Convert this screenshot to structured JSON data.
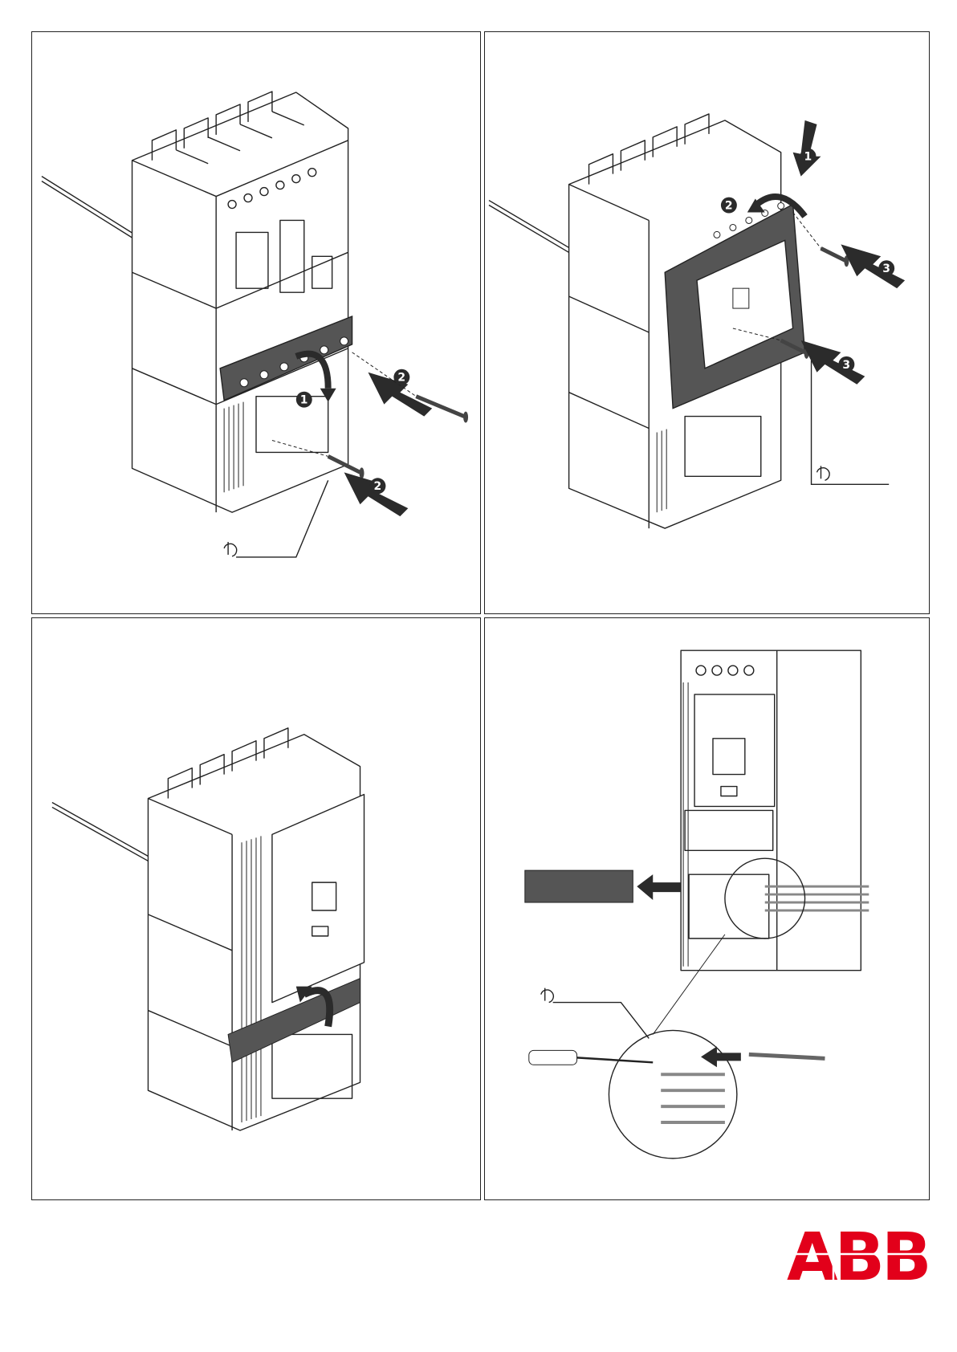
{
  "panels": [
    {
      "id": "step-a",
      "steps": [
        "1",
        "2",
        "2"
      ]
    },
    {
      "id": "step-b",
      "steps": [
        "1",
        "2",
        "3",
        "3"
      ]
    },
    {
      "id": "step-c",
      "steps": []
    },
    {
      "id": "step-d",
      "steps": []
    }
  ],
  "logo": {
    "text": "ABB",
    "color": "#E2001A"
  },
  "colors": {
    "line": "#222222",
    "cover": "#555555",
    "arrow": "#2b2b2b"
  },
  "icons": [
    "screwdriver-rotate-icon",
    "push-arrow-icon",
    "screw-icon",
    "screwdriver-icon"
  ]
}
